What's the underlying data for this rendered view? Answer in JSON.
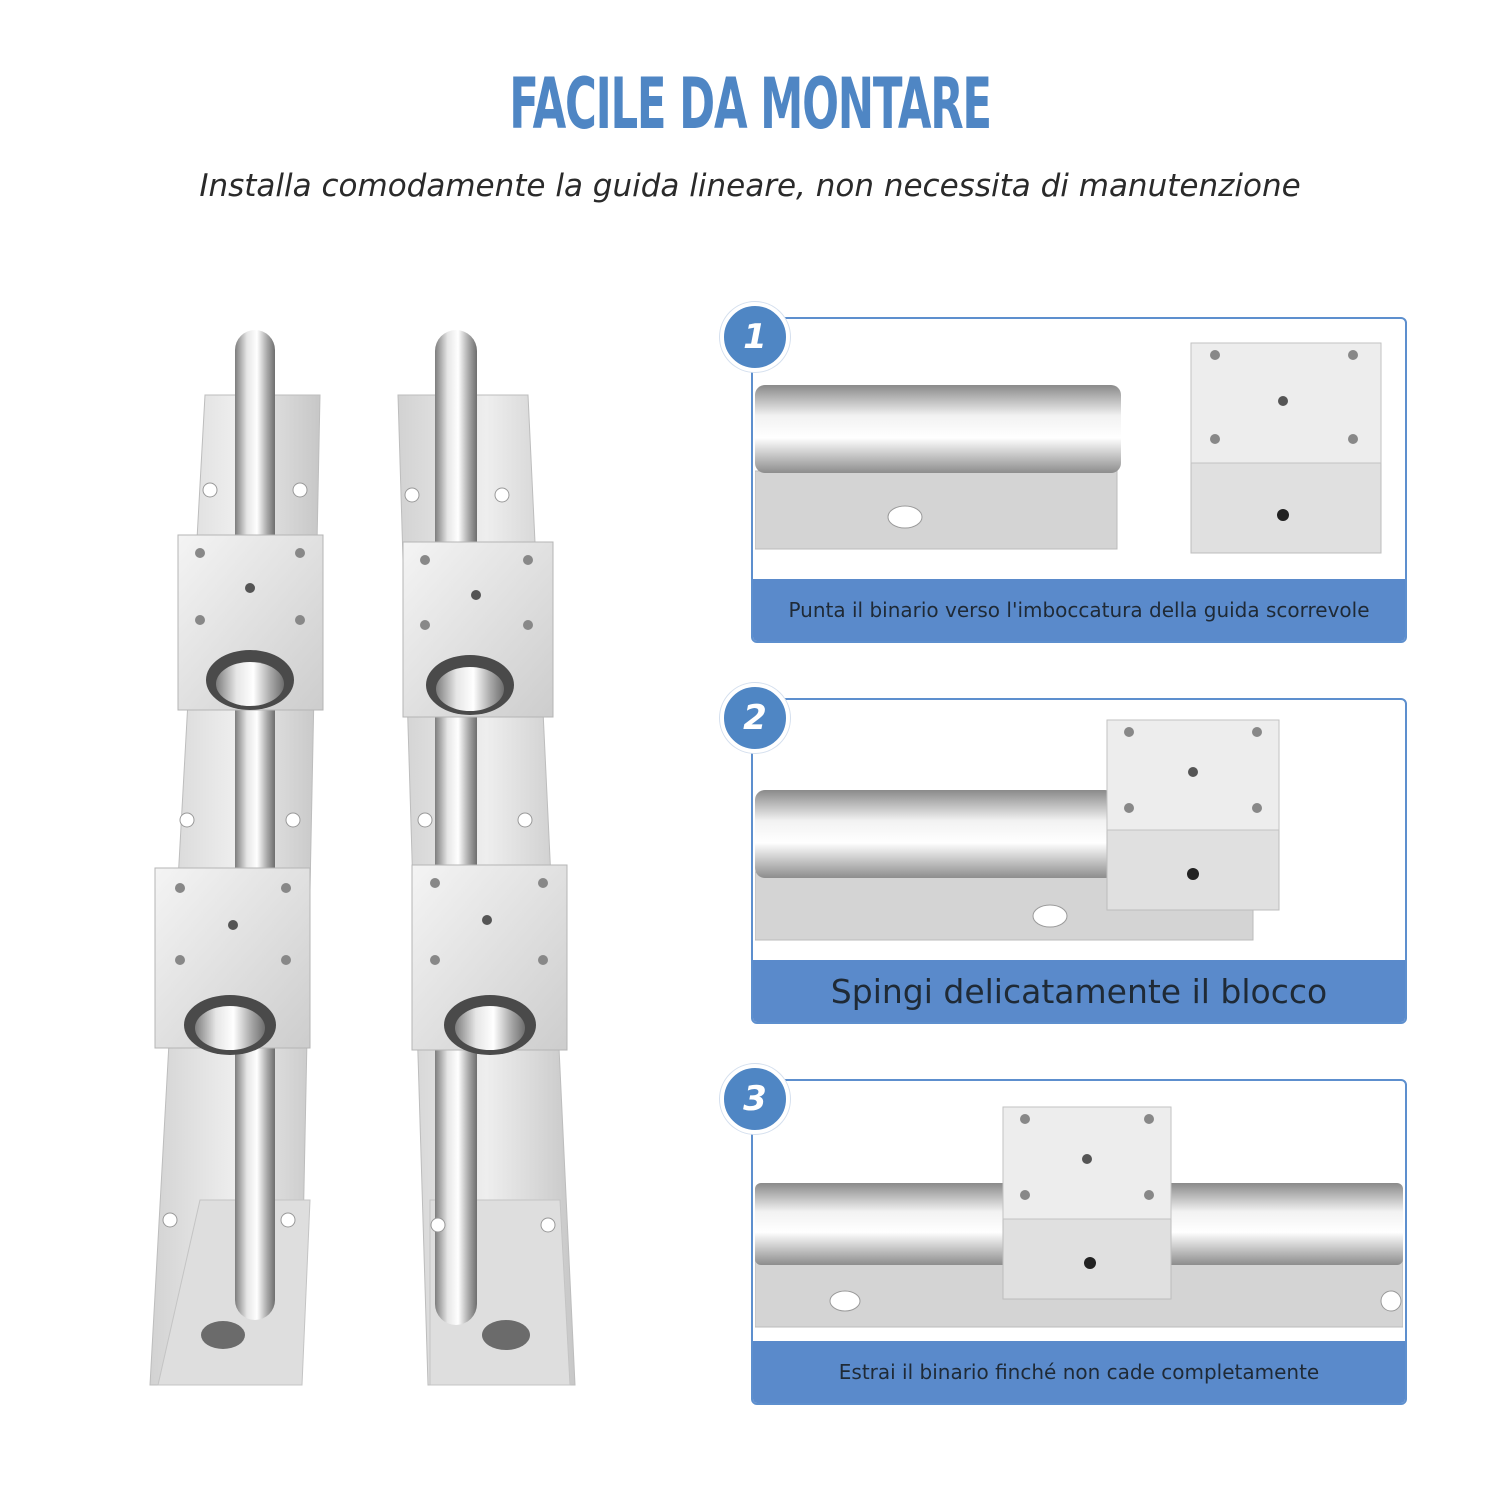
{
  "header": {
    "title": "FACILE DA MONTARE",
    "subtitle": "Installa comodamente la guida lineare, non necessita di manutenzione"
  },
  "steps": [
    {
      "number": "1",
      "caption": "Punta il binario verso l'imboccatura della guida scorrevole"
    },
    {
      "number": "2",
      "caption": "Spingi delicatamente il blocco"
    },
    {
      "number": "3",
      "caption": "Estrai il binario finché non cade completamente"
    }
  ],
  "colors": {
    "accent": "#4f86c4",
    "caption_band": "#5a8acb",
    "frame_border": "#5d8fce"
  }
}
